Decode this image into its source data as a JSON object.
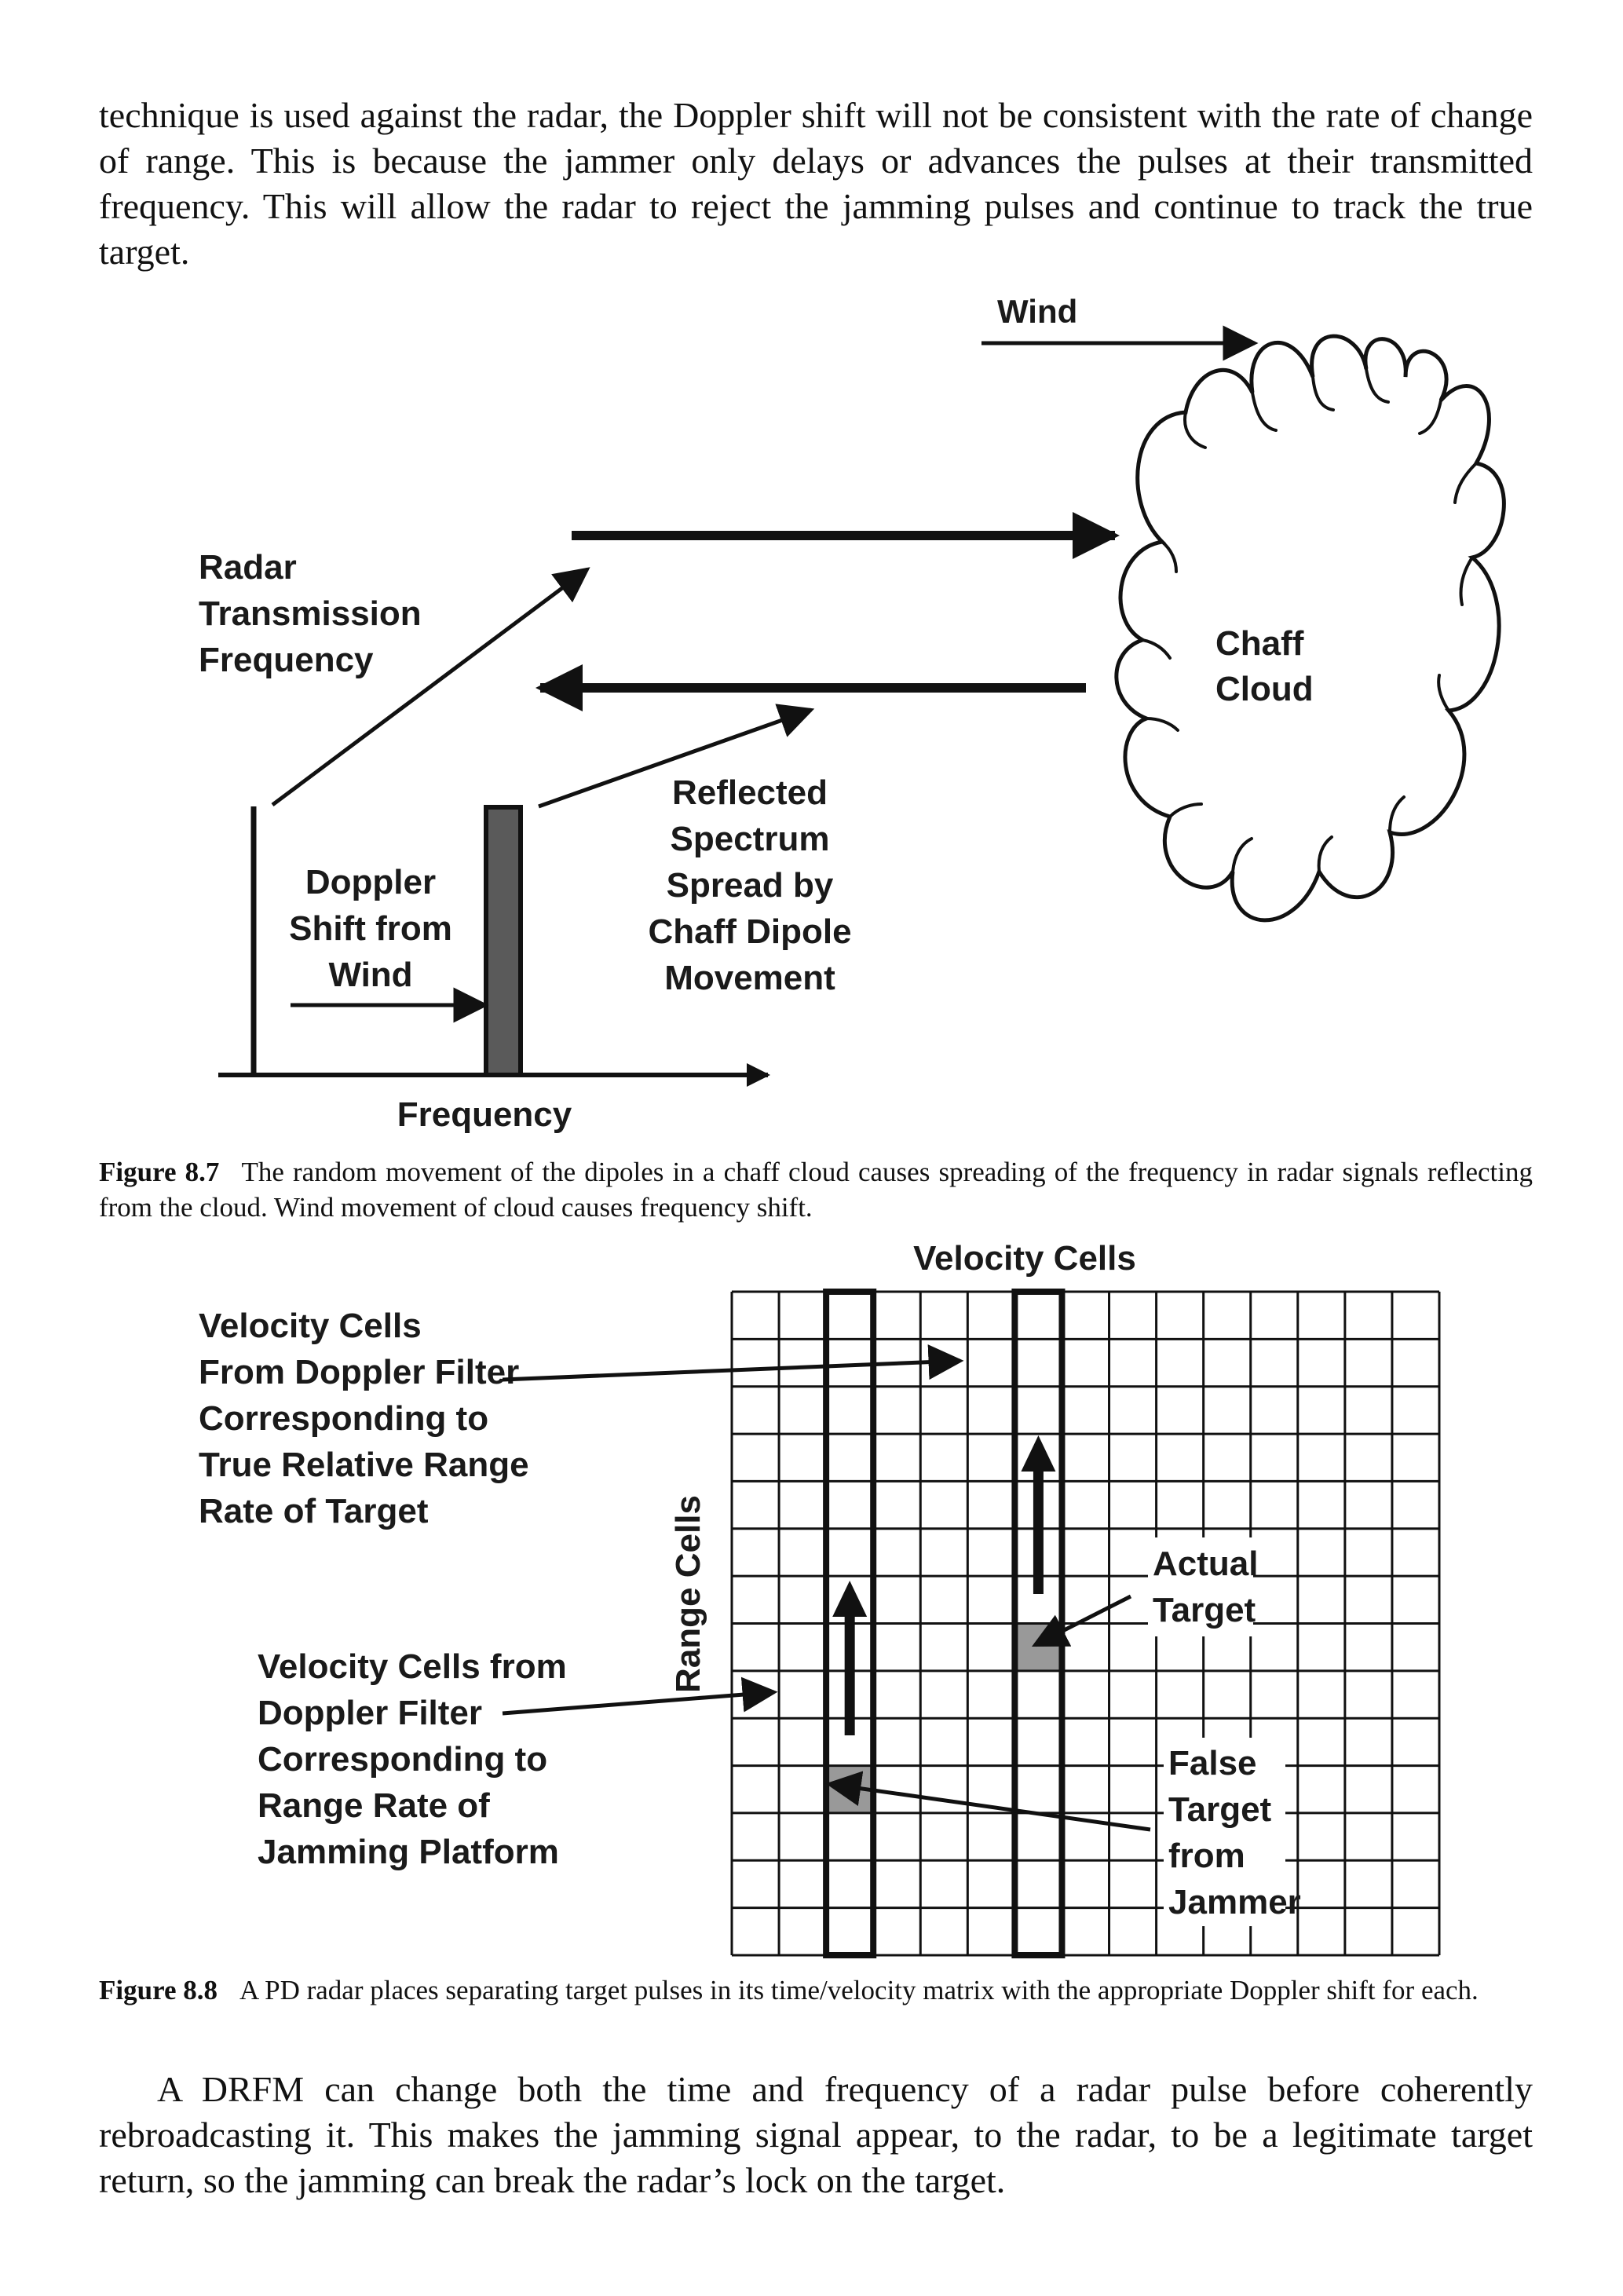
{
  "paragraphs": {
    "top": "technique is used against the radar, the Doppler shift will not be consistent with the rate of change of range. This is because the jammer only delays or advances the pulses at their transmitted frequency. This will allow the radar to reject the jamming pulses and continue to track the true target.",
    "bottom": "A DRFM can change both the time and frequency of a radar pulse before coherently rebroadcasting it. This makes the jamming signal appear, to the radar, to be a legitimate target return, so the jamming can break the radar’s lock on the target."
  },
  "figure_8_7": {
    "labels": {
      "wind": "Wind",
      "radar_line1": "Radar",
      "radar_line2": "Transmission",
      "radar_line3": "Frequency",
      "chaff_line1": "Chaff",
      "chaff_line2": "Cloud",
      "reflected_line1": "Reflected",
      "reflected_line2": "Spectrum",
      "reflected_line3": "Spread by",
      "reflected_line4": "Chaff Dipole",
      "reflected_line5": "Movement",
      "doppler_line1": "Doppler",
      "doppler_line2": "Shift from",
      "doppler_line3": "Wind",
      "frequency": "Frequency"
    },
    "caption": {
      "number": "Figure 8.7",
      "text": "The random movement of the dipoles in a chaff cloud causes spreading of the frequency in radar signals reflecting from the cloud. Wind movement of cloud causes frequency shift."
    }
  },
  "figure_8_8": {
    "labels": {
      "velocity_cells": "Velocity Cells",
      "range_cells": "Range Cells",
      "true_line1": "Velocity Cells",
      "true_line2": "From Doppler Filter",
      "true_line3": "Corresponding to",
      "true_line4": "True Relative Range",
      "true_line5": "Rate of Target",
      "jam_line1": "Velocity Cells from",
      "jam_line2": "Doppler Filter",
      "jam_line3": "Corresponding to",
      "jam_line4": "Range Rate of",
      "jam_line5": "Jamming Platform",
      "actual_line1": "Actual",
      "actual_line2": "Target",
      "false_line1": "False",
      "false_line2": "Target",
      "false_line3": "from",
      "false_line4": "Jammer"
    },
    "grid": {
      "columns": 15,
      "rows": 14,
      "highlight_columns": [
        2,
        6
      ]
    },
    "colors": {
      "target_cell": "#999999",
      "ink": "#111111"
    },
    "caption": {
      "number": "Figure 8.8",
      "text": "A PD radar places separating target pulses in its time/velocity matrix with the appropriate Doppler shift for each."
    }
  }
}
